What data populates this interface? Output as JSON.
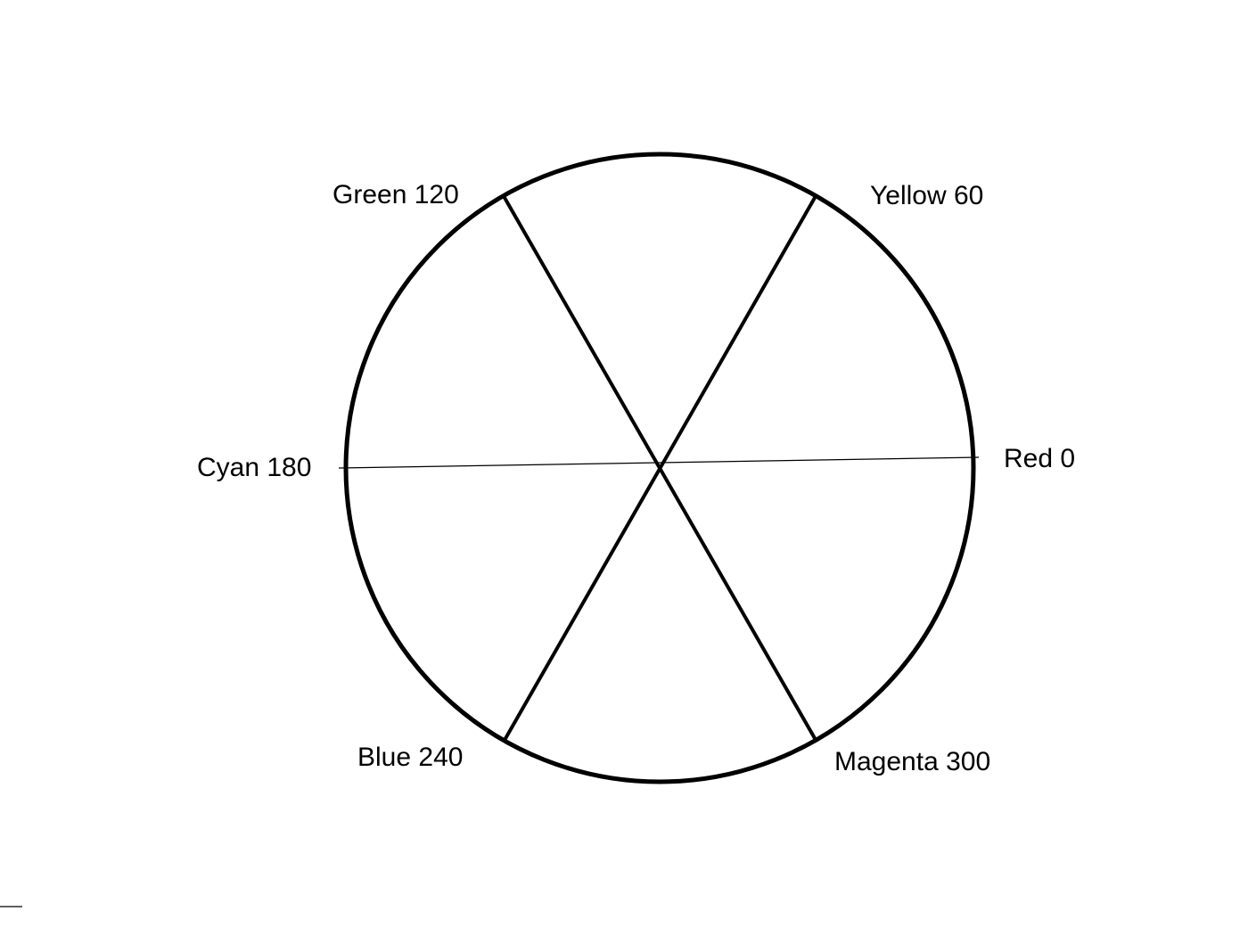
{
  "diagram": {
    "hues": [
      {
        "name": "Red",
        "degrees": 0,
        "label": "Red 0"
      },
      {
        "name": "Yellow",
        "degrees": 60,
        "label": "Yellow 60"
      },
      {
        "name": "Green",
        "degrees": 120,
        "label": "Green 120"
      },
      {
        "name": "Cyan",
        "degrees": 180,
        "label": "Cyan 180"
      },
      {
        "name": "Blue",
        "degrees": 240,
        "label": "Blue 240"
      },
      {
        "name": "Magenta",
        "degrees": 300,
        "label": "Magenta 300"
      }
    ],
    "line_color": "#000000",
    "background": "#ffffff"
  }
}
